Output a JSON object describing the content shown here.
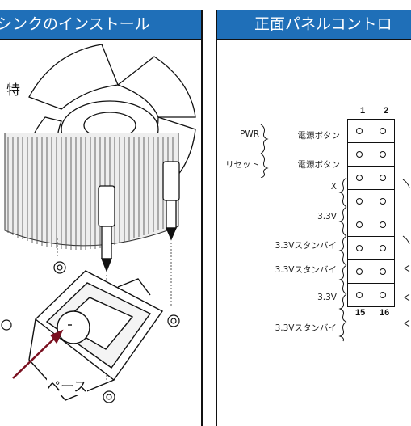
{
  "left_panel": {
    "title": "シンクのインストール",
    "callout_top": "特",
    "callout_bottom": "ペース"
  },
  "right_panel": {
    "title": "正面パネルコントロ",
    "pin_header_top": [
      "1",
      "2"
    ],
    "pin_header_bottom": [
      "15",
      "16"
    ],
    "pin_rows": [
      {
        "signal": "電源ボタン",
        "group": "PWR"
      },
      {
        "signal": "電源ボタン",
        "group": "リセット"
      },
      {
        "signal": "X",
        "group": ""
      },
      {
        "signal": "3.3V",
        "group": ""
      },
      {
        "signal": "3.3Vスタンバイ",
        "group": ""
      },
      {
        "signal": "3.3Vスタンバイ",
        "group": ""
      },
      {
        "signal": "3.3V",
        "group": ""
      },
      {
        "signal": "3.3Vスタンバイ",
        "group": ""
      }
    ]
  }
}
